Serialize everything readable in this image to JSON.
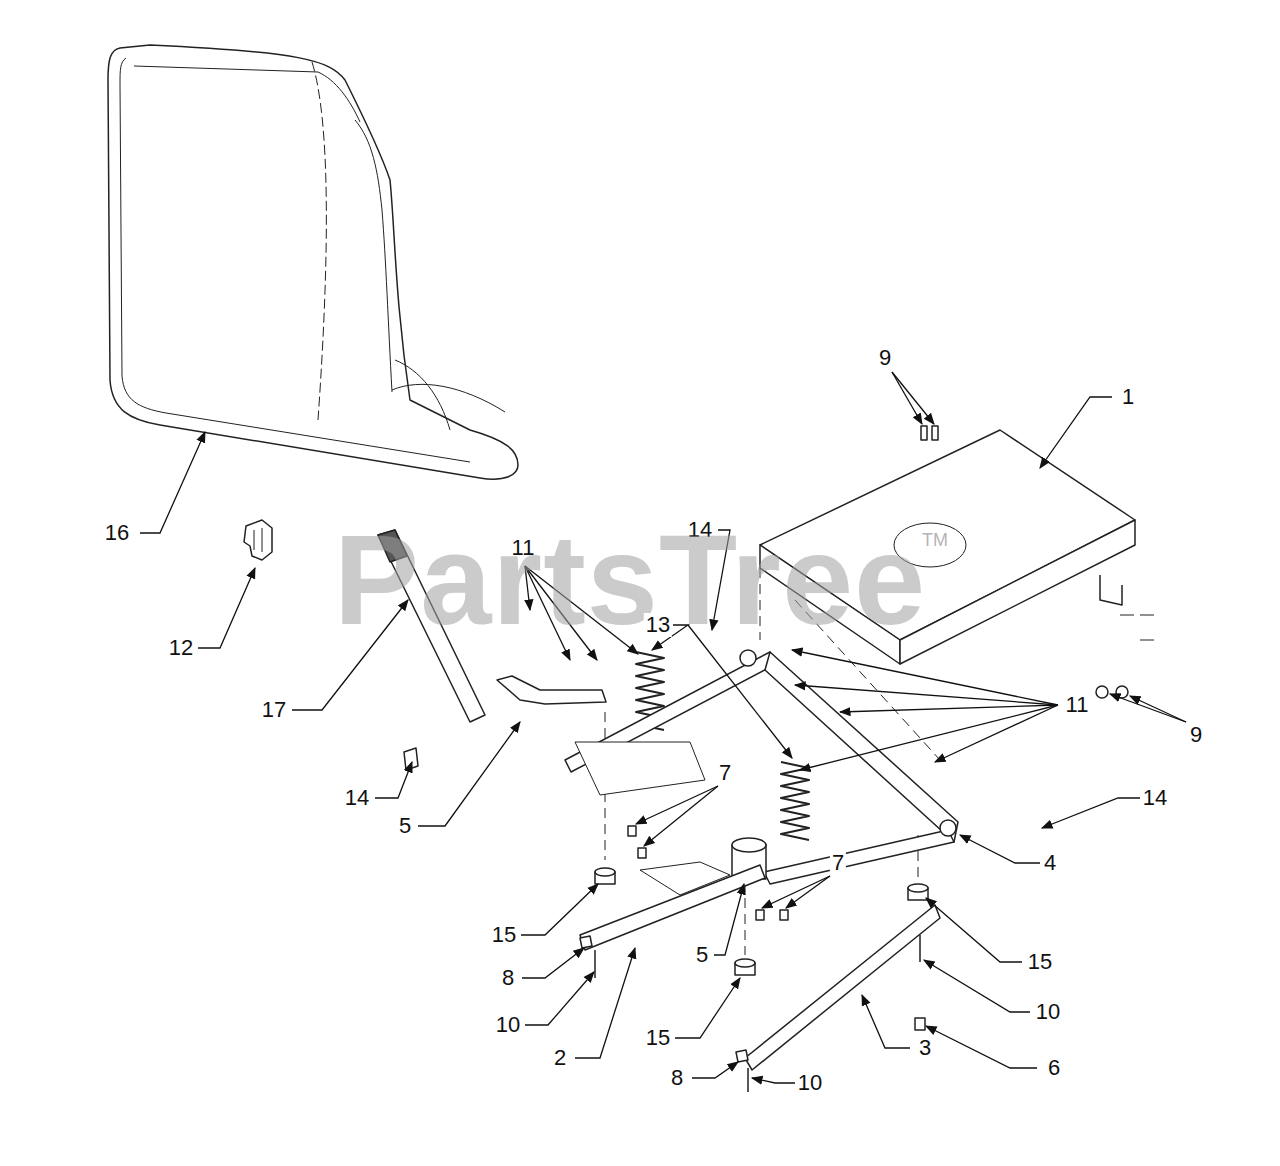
{
  "diagram": {
    "labels": [
      "9",
      "1",
      "16",
      "14",
      "11",
      "PartsTree",
      "TM",
      "13",
      "12",
      "17",
      "11",
      "9",
      "7",
      "14",
      "14",
      "5",
      "4",
      "7",
      "15",
      "5",
      "15",
      "8",
      "10",
      "10",
      "15",
      "3",
      "2",
      "6",
      "8",
      "10"
    ]
  }
}
